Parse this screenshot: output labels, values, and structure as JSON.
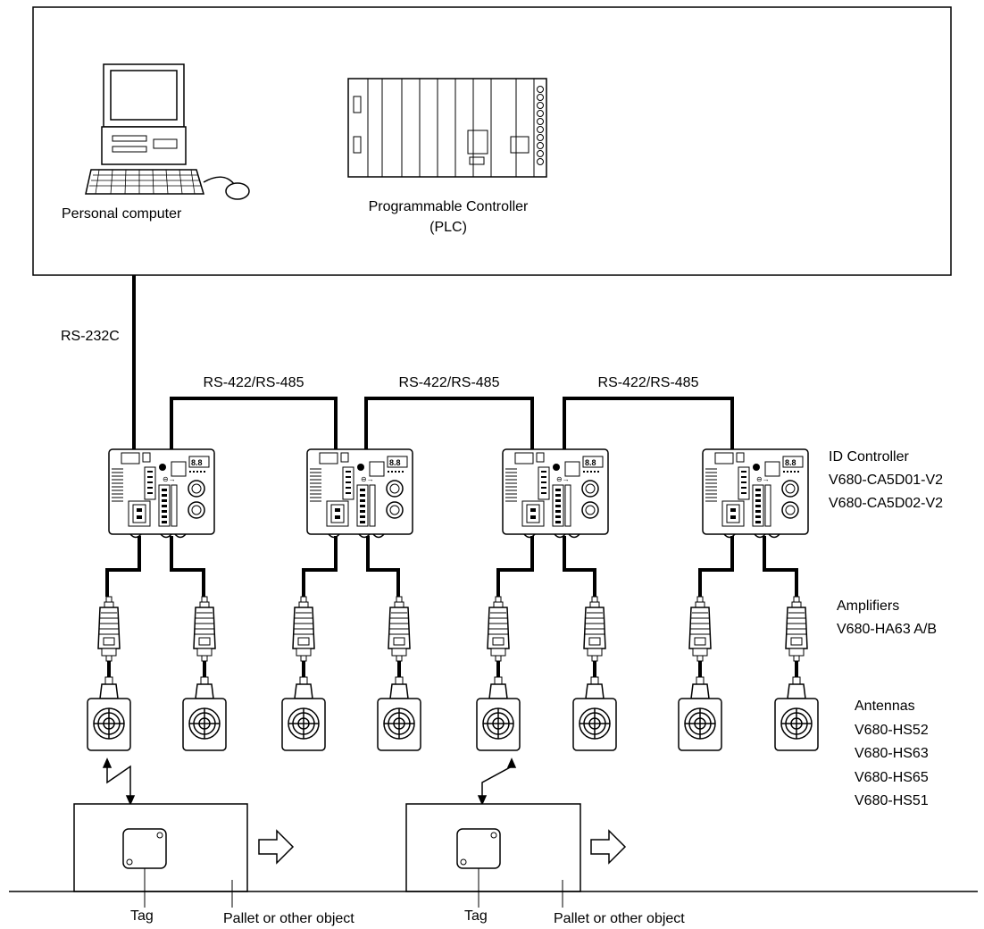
{
  "host": {
    "pc_label": "Personal computer",
    "plc_label_line1": "Programmable Controller",
    "plc_label_line2": "(PLC)"
  },
  "links": {
    "host_link": "RS-232C",
    "bus_links": [
      "RS-422/RS-485",
      "RS-422/RS-485",
      "RS-422/RS-485"
    ]
  },
  "id_controller": {
    "title": "ID Controller",
    "models": [
      "V680-CA5D01-V2",
      "V680-CA5D02-V2"
    ],
    "count": 4
  },
  "amplifiers": {
    "title": "Amplifiers",
    "model": "V680-HA63 A/B",
    "count": 8
  },
  "antennas": {
    "title": "Antennas",
    "models": [
      "V680-HS52",
      "V680-HS63",
      "V680-HS65",
      "V680-HS51"
    ],
    "count": 8
  },
  "pallets": [
    {
      "tag_label": "Tag",
      "object_label": "Pallet or other object"
    },
    {
      "tag_label": "Tag",
      "object_label": "Pallet or other object"
    }
  ]
}
